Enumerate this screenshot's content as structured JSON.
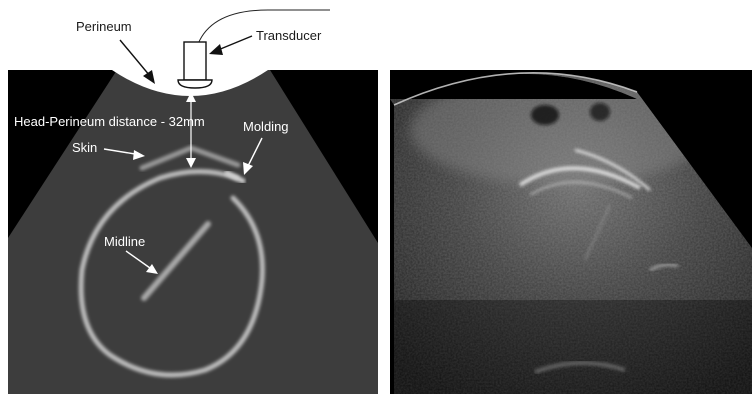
{
  "labels": {
    "perineum": "Perineum",
    "transducer": "Transducer",
    "distance": "Head-Perineum distance - 32mm",
    "skin": "Skin",
    "molding": "Molding",
    "midline": "Midline"
  },
  "colors": {
    "page_bg": "#ffffff",
    "panel_bg": "#000000",
    "fan_gray": "#3d3d3d",
    "structure": "#bdbdbd",
    "annotation": "#ffffff",
    "label_dark": "#1a1a1a"
  }
}
